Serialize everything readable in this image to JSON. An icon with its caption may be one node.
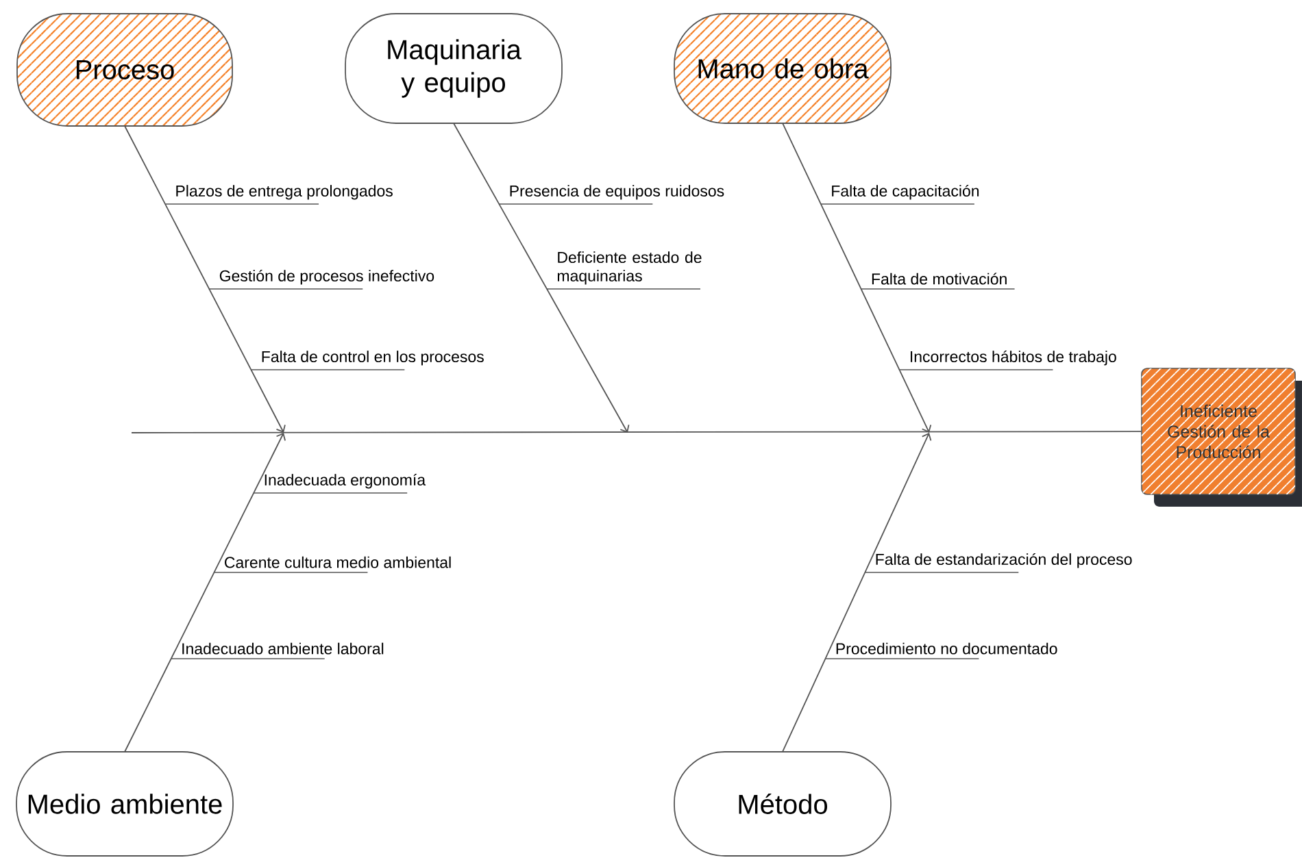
{
  "diagram": {
    "nodes": [
      {
        "text": [
          "Proceso"
        ]
      },
      {
        "text": [
          "Maquinaria y equipo"
        ]
      },
      {
        "text": [
          "Mano de obra"
        ]
      },
      {
        "text": [
          "Medio ambiente"
        ]
      },
      {
        "text": [
          "Método"
        ]
      },
      {
        "text": [
          "Ineficiente Gestión de la Producción"
        ]
      }
    ],
    "edges": [
      {
        "from": 0,
        "to": null,
        "arrow": "to"
      },
      {
        "from": 1,
        "to": null,
        "arrow": "to"
      },
      {
        "from": 2,
        "to": null,
        "arrow": "to"
      },
      {
        "from": 3,
        "to": null,
        "arrow": "to"
      },
      {
        "from": 4,
        "to": null,
        "arrow": "to"
      },
      {
        "from": null,
        "to": 5,
        "arrow": "none"
      }
    ],
    "labels": [
      "Plazos de entrega prolongados",
      "Gestión de procesos inefectivo",
      "Falta de control en los procesos",
      "Presencia de equipos ruidosos",
      "Deficiente estado de maquinarias",
      "Falta de capacitación",
      "Falta de motivación",
      "Incorrectos hábitos de trabajo",
      "Inadecuada ergonomía",
      "Carente cultura medio ambiental",
      "Inadecuado ambiente laboral",
      "Falta de estandarización del proceso",
      "Procedimiento no documentado"
    ]
  }
}
